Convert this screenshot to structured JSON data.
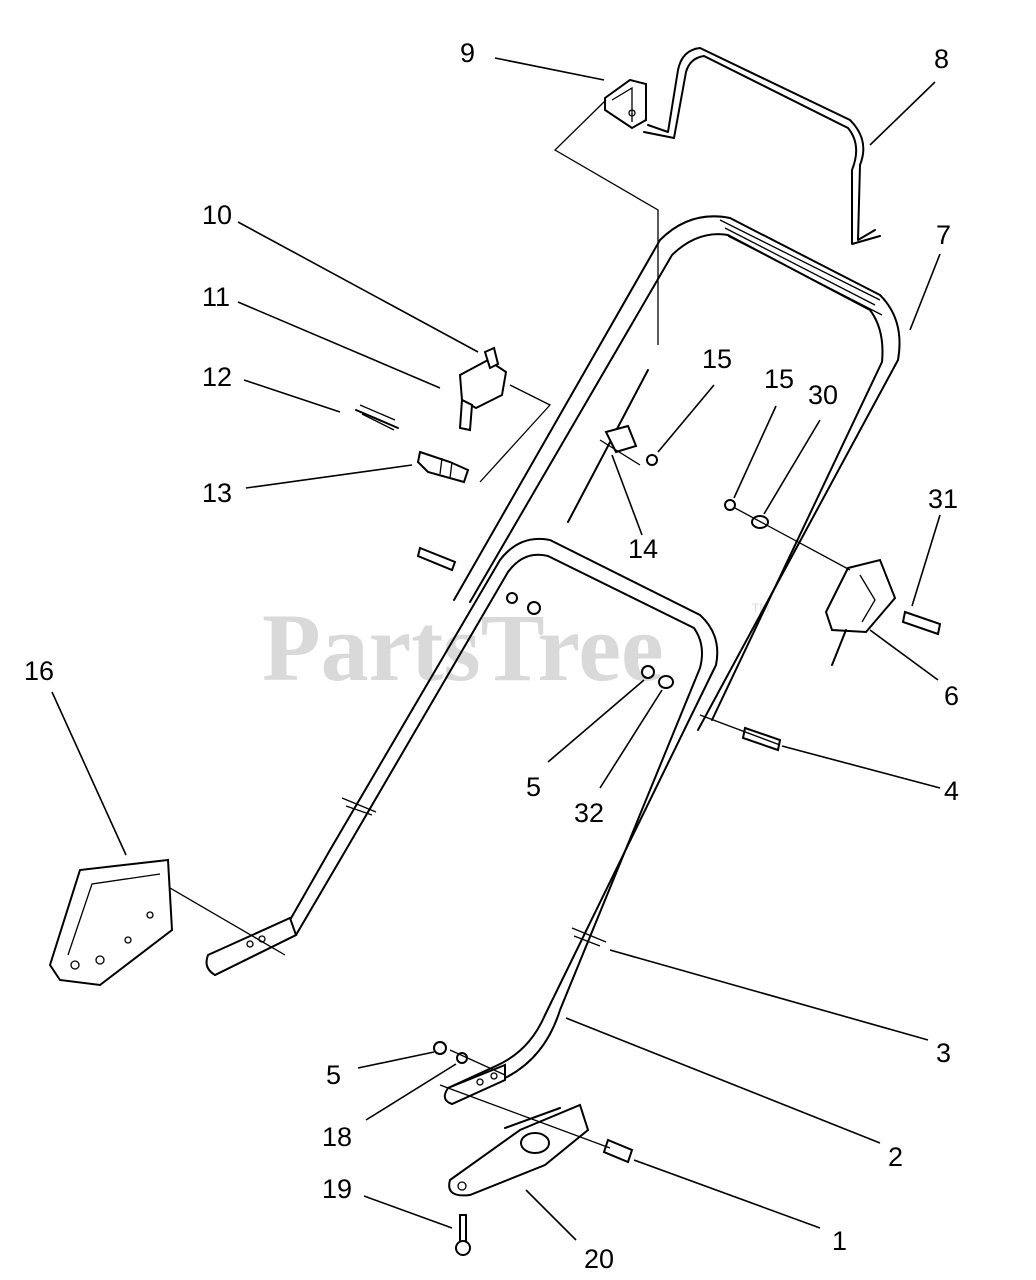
{
  "watermark": {
    "text": "PartsTree",
    "trademark": "TM"
  },
  "callouts": [
    {
      "id": "c9",
      "label": "9"
    },
    {
      "id": "c8",
      "label": "8"
    },
    {
      "id": "c10",
      "label": "10"
    },
    {
      "id": "c11",
      "label": "11"
    },
    {
      "id": "c12",
      "label": "12"
    },
    {
      "id": "c13",
      "label": "13"
    },
    {
      "id": "c15a",
      "label": "15"
    },
    {
      "id": "c14",
      "label": "14"
    },
    {
      "id": "c15b",
      "label": "15"
    },
    {
      "id": "c30",
      "label": "30"
    },
    {
      "id": "c7",
      "label": "7"
    },
    {
      "id": "c31",
      "label": "31"
    },
    {
      "id": "c6",
      "label": "6"
    },
    {
      "id": "c16",
      "label": "16"
    },
    {
      "id": "c5a",
      "label": "5"
    },
    {
      "id": "c32",
      "label": "32"
    },
    {
      "id": "c4",
      "label": "4"
    },
    {
      "id": "c3",
      "label": "3"
    },
    {
      "id": "c2",
      "label": "2"
    },
    {
      "id": "c5b",
      "label": "5"
    },
    {
      "id": "c18",
      "label": "18"
    },
    {
      "id": "c19",
      "label": "19"
    },
    {
      "id": "c20",
      "label": "20"
    },
    {
      "id": "c1",
      "label": "1"
    }
  ]
}
